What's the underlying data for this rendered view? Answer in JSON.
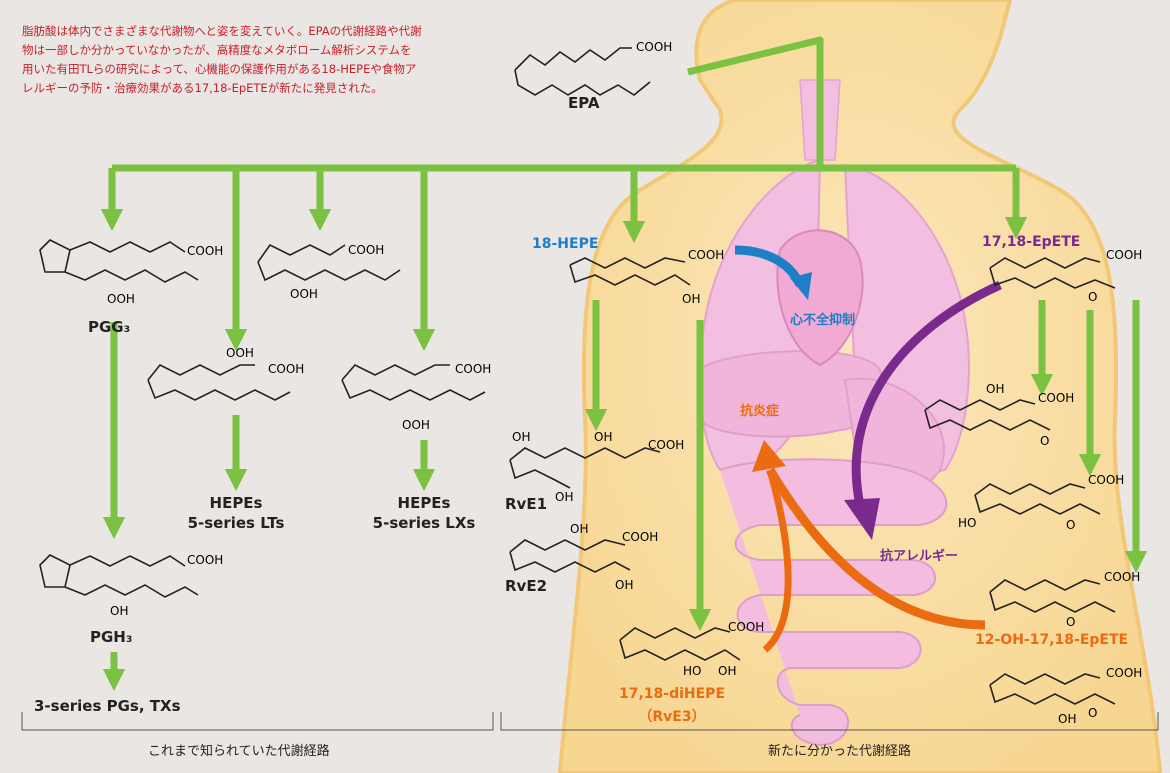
{
  "intro_text": "脂肪酸は体内でさまざまな代謝物へと姿を変えていく。EPAの代謝経路や代謝物は一部しか分かっていなかったが、高精度なメタボローム解析システムを用いた有田TLらの研究によって、心機能の保護作用がある18-HEPEや食物アレルギーの予防・治療効果がある17,18-EpETEが新たに発見された。",
  "epa": {
    "label": "EPA",
    "cooh": "COOH"
  },
  "known": {
    "pgg3": {
      "label": "PGG₃",
      "cooh": "COOH",
      "ooh": "OOH"
    },
    "pgh3": {
      "label": "PGH₃",
      "cooh": "COOH",
      "oh": "OH"
    },
    "pgs_txs": "3-series PGs, TXs",
    "hpete1": {
      "cooh": "COOH",
      "ooh": "OOH"
    },
    "hpete2": {
      "cooh": "COOH",
      "ooh": "OOH"
    },
    "hpete3": {
      "cooh": "COOH",
      "ooh": "OOH"
    },
    "heps_lts": {
      "line1": "HEPEs",
      "line2": "5-series LTs"
    },
    "heps_lxs": {
      "line1": "HEPEs",
      "line2": "5-series LXs"
    },
    "section_label": "これまで知られていた代謝経路"
  },
  "new": {
    "hepe18": {
      "label": "18-HEPE",
      "cooh": "COOH",
      "oh": "OH"
    },
    "rve1": {
      "label": "RvE1",
      "cooh": "COOH",
      "oh1": "OH",
      "oh2": "OH",
      "oh3": "OH"
    },
    "rve2": {
      "label": "RvE2",
      "cooh": "COOH",
      "oh1": "OH",
      "oh2": "OH"
    },
    "rve3": {
      "line1": "17,18-diHEPE",
      "line2": "（RvE3）",
      "cooh": "COOH",
      "ho": "HO",
      "oh": "OH"
    },
    "epete": {
      "label": "17,18-EpETE",
      "cooh": "COOH",
      "o": "O"
    },
    "m1": {
      "cooh": "COOH",
      "oh": "OH",
      "o": "O"
    },
    "m2": {
      "cooh": "COOH",
      "ho": "HO",
      "o": "O"
    },
    "m3": {
      "label": "12-OH-17,18-EpETE",
      "cooh": "COOH",
      "o": "O"
    },
    "m4": {
      "cooh": "COOH",
      "oh": "OH",
      "o": "O"
    },
    "effect_heart": "心不全抑制",
    "effect_inflam": "抗炎症",
    "effect_allergy": "抗アレルギー",
    "section_label": "新たに分かった代謝経路"
  },
  "colors": {
    "arrow_green": "#7cc242",
    "body_fill": "#fde3a8",
    "organ_pink": "#f2b6dc",
    "blue": "#1e7fc6",
    "purple": "#7a2a8c",
    "orange": "#ea6b10",
    "intro_red": "#c81e2a"
  }
}
